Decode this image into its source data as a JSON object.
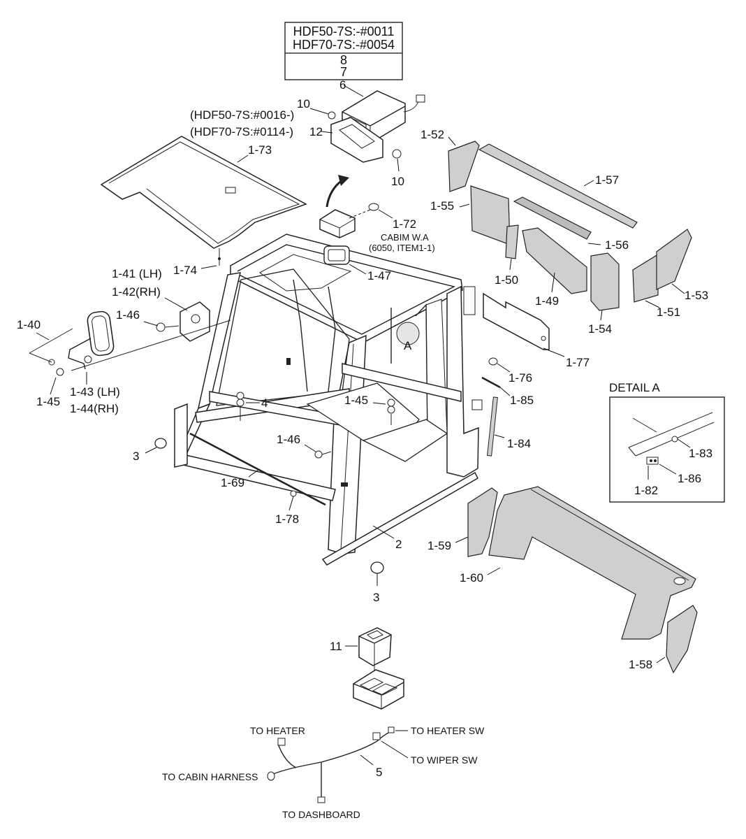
{
  "header_box": {
    "line1": "HDF50-7S:-#0011",
    "line2": "HDF70-7S:-#0054",
    "line3": "8",
    "line4": "7"
  },
  "serial_notes": {
    "note1": "(HDF50-7S:#0016-)",
    "note2": "(HDF70-7S:#0114-)"
  },
  "cabin_note": {
    "line1": "CABIM W.A",
    "line2": "(6050, ITEM1-1)"
  },
  "detail": {
    "title": "DETAIL A",
    "marker": "A"
  },
  "harness_labels": {
    "to_heater": "TO HEATER",
    "to_heater_sw": "TO HEATER SW",
    "to_wiper_sw": "TO WIPER SW",
    "to_cabin_harness": "TO CABIN HARNESS",
    "to_dashboard": "TO DASHBOARD"
  },
  "callouts": {
    "p6": "6",
    "p10a": "10",
    "p10b": "10",
    "p12": "12",
    "p1_73": "1-73",
    "p1_72": "1-72",
    "p1_74": "1-74",
    "p1_47": "1-47",
    "p1_41": "1-41 (LH)",
    "p1_42": "1-42(RH)",
    "p1_46a": "1-46",
    "p1_40": "1-40",
    "p1_45a": "1-45",
    "p1_43": "1-43 (LH)",
    "p1_44": "1-44(RH)",
    "p4": "4",
    "p1_45b": "1-45",
    "p3a": "3",
    "p1_46b": "1-46",
    "p1_69": "1-69",
    "p1_78": "1-78",
    "p2": "2",
    "p3b": "3",
    "p1_52": "1-52",
    "p1_57": "1-57",
    "p1_55": "1-55",
    "p1_56": "1-56",
    "p1_50": "1-50",
    "p1_49": "1-49",
    "p1_54": "1-54",
    "p1_51": "1-51",
    "p1_53": "1-53",
    "p1_77": "1-77",
    "p1_76": "1-76",
    "p1_85": "1-85",
    "p1_84": "1-84",
    "p1_83": "1-83",
    "p1_86": "1-86",
    "p1_82": "1-82",
    "p1_59": "1-59",
    "p1_60": "1-60",
    "p1_58": "1-58",
    "p11": "11",
    "p5": "5"
  }
}
